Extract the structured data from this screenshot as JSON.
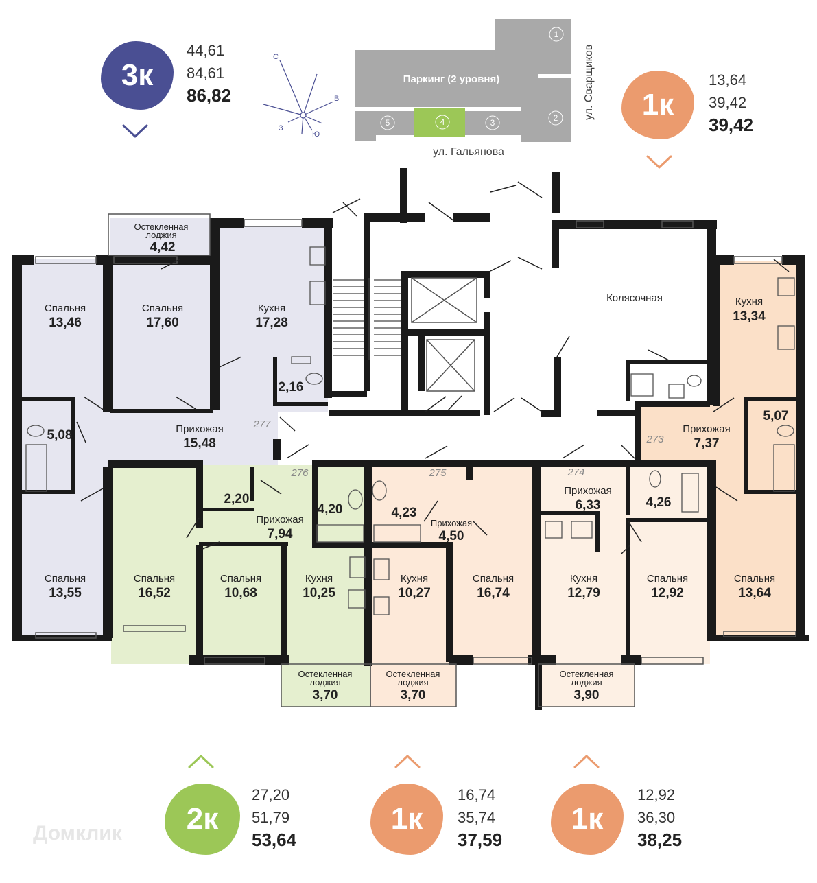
{
  "apartments": {
    "a3k": {
      "badge": "3к",
      "living": "44,61",
      "useful": "84,61",
      "total": "86,82",
      "color": "#4a4f93"
    },
    "a1k_right": {
      "badge": "1к",
      "living": "13,64",
      "useful": "39,42",
      "total": "39,42",
      "color": "#eb9b6e"
    },
    "a2k": {
      "badge": "2к",
      "living": "27,20",
      "useful": "51,79",
      "total": "53,64",
      "color": "#9cc757"
    },
    "a1k_mid": {
      "badge": "1к",
      "living": "16,74",
      "useful": "35,74",
      "total": "37,59",
      "color": "#eb9b6e"
    },
    "a1k_bot": {
      "badge": "1к",
      "living": "12,92",
      "useful": "36,30",
      "total": "38,25",
      "color": "#eb9b6e"
    }
  },
  "compass": {
    "n": "С",
    "e": "В",
    "s": "Ю",
    "w": "З"
  },
  "site": {
    "parking": "Паркинг (2 уровня)",
    "street_bottom": "ул. Гальянова",
    "street_right": "ул. Сварщиков",
    "sections": [
      "1",
      "2",
      "3",
      "4",
      "5"
    ],
    "highlight_color": "#9cc757"
  },
  "rooms": {
    "loggia_top": {
      "name1": "Остекленная",
      "name2": "лоджия",
      "area": "4,42"
    },
    "bed_a": {
      "name": "Спальня",
      "area": "13,46"
    },
    "bed_b": {
      "name": "Спальня",
      "area": "17,60"
    },
    "kitchen_3k": {
      "name": "Кухня",
      "area": "17,28"
    },
    "wc_216": {
      "area": "2,16"
    },
    "bath_508": {
      "area": "5,08"
    },
    "hall_3k": {
      "name": "Прихожая",
      "area": "15,48"
    },
    "bed_c": {
      "name": "Спальня",
      "area": "13,55"
    },
    "stroller": {
      "name": "Колясочная"
    },
    "kitchen_r": {
      "name": "Кухня",
      "area": "13,34"
    },
    "hall_r": {
      "name": "Прихожая",
      "area": "7,37"
    },
    "bath_507": {
      "area": "5,07"
    },
    "bed_r": {
      "name": "Спальня",
      "area": "13,64"
    },
    "wc_220": {
      "area": "2,20"
    },
    "hall_2k": {
      "name": "Прихожая",
      "area": "7,94"
    },
    "bath_420": {
      "area": "4,20"
    },
    "bed_2k_a": {
      "name": "Спальня",
      "area": "16,52"
    },
    "bed_2k_b": {
      "name": "Спальня",
      "area": "10,68"
    },
    "kitchen_2k": {
      "name": "Кухня",
      "area": "10,25"
    },
    "bath_423": {
      "area": "4,23"
    },
    "hall_275": {
      "name": "Прихожая",
      "area": "4,50"
    },
    "kitchen_275": {
      "name": "Кухня",
      "area": "10,27"
    },
    "bed_275": {
      "name": "Спальня",
      "area": "16,74"
    },
    "hall_274": {
      "name": "Прихожая",
      "area": "6,33"
    },
    "bath_426": {
      "area": "4,26"
    },
    "kitchen_274": {
      "name": "Кухня",
      "area": "12,79"
    },
    "bed_274": {
      "name": "Спальня",
      "area": "12,92"
    },
    "loggia_2k": {
      "name1": "Остекленная",
      "name2": "лоджия",
      "area": "3,70"
    },
    "loggia_275": {
      "name1": "Остекленная",
      "name2": "лоджия",
      "area": "3,70"
    },
    "loggia_274": {
      "name1": "Остекленная",
      "name2": "лоджия",
      "area": "3,90"
    }
  },
  "apt_numbers": {
    "n277": "277",
    "n273": "273",
    "n276": "276",
    "n275": "275",
    "n274": "274"
  },
  "watermark": "Домклик"
}
